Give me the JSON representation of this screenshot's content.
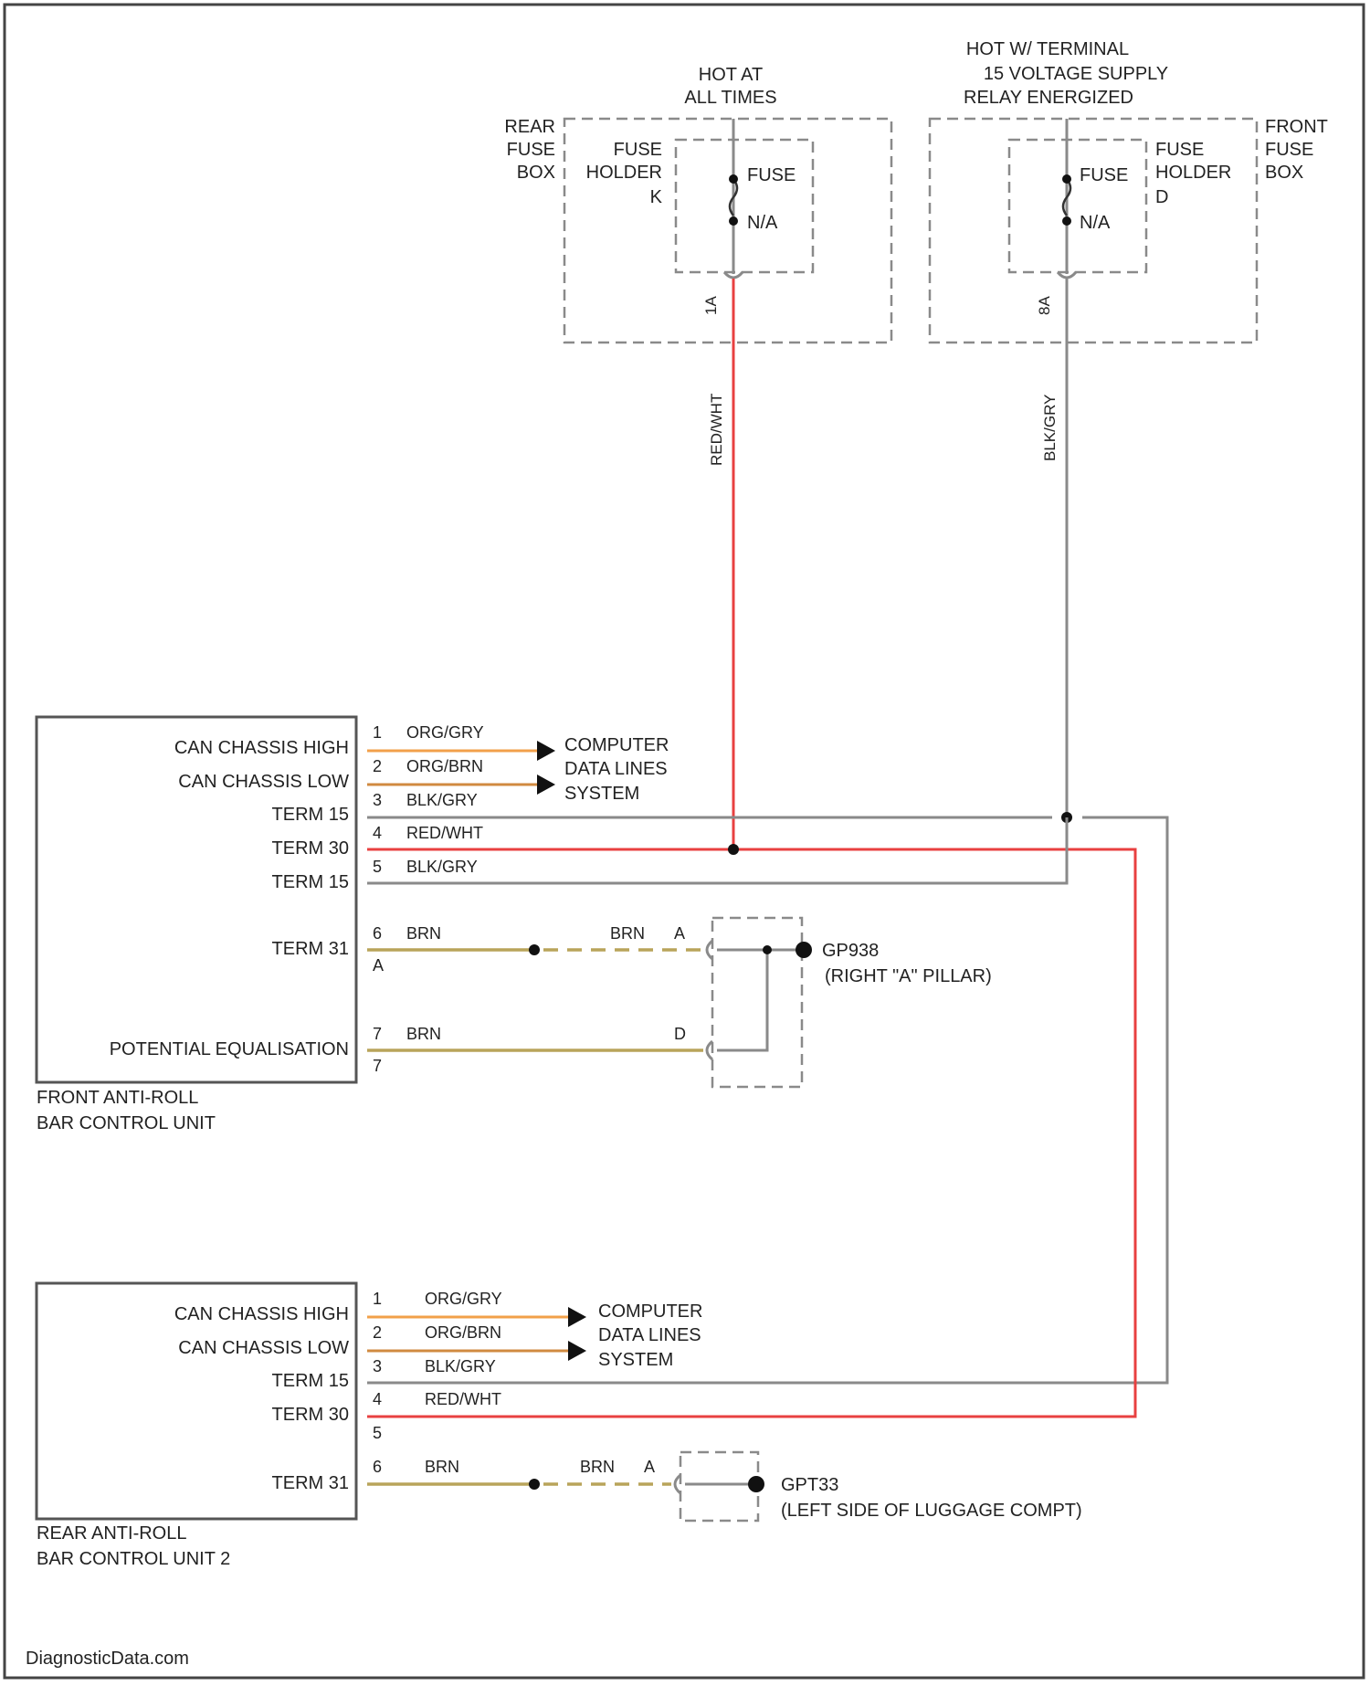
{
  "fuse_boxes": {
    "rear": {
      "supply_label": [
        "HOT AT",
        "ALL TIMES"
      ],
      "box_label": [
        "REAR",
        "FUSE",
        "BOX"
      ],
      "holder_label": [
        "FUSE",
        "HOLDER",
        "K"
      ],
      "fuse_label": [
        "FUSE",
        "N/A"
      ],
      "terminal": "1A",
      "wire_color": "RED/WHT"
    },
    "front": {
      "supply_label": [
        "HOT W/ TERMINAL",
        "15 VOLTAGE SUPPLY",
        "RELAY ENERGIZED"
      ],
      "box_label": [
        "FRONT",
        "FUSE",
        "BOX"
      ],
      "holder_label": [
        "FUSE",
        "HOLDER",
        "D"
      ],
      "fuse_label": [
        "FUSE",
        "N/A"
      ],
      "terminal": "8A",
      "wire_color": "BLK/GRY"
    }
  },
  "front_unit": {
    "name": [
      "FRONT ANTI-ROLL",
      "BAR CONTROL UNIT"
    ],
    "pins": [
      {
        "label": "CAN CHASSIS HIGH",
        "num": "1",
        "wire": "ORG/GRY"
      },
      {
        "label": "CAN CHASSIS LOW",
        "num": "2",
        "wire": "ORG/BRN"
      },
      {
        "label": "TERM 15",
        "num": "3",
        "wire": "BLK/GRY"
      },
      {
        "label": "TERM 30",
        "num": "4",
        "wire": "RED/WHT"
      },
      {
        "label": "TERM 15",
        "num": "5",
        "wire": "BLK/GRY"
      },
      {
        "label": "TERM 31",
        "num": "6",
        "wire": "BRN"
      },
      {
        "label": "POTENTIAL EQUALISATION",
        "num": "7",
        "wire": "BRN"
      }
    ],
    "extra_pins": [
      "A",
      "7"
    ],
    "data_lines": [
      "COMPUTER",
      "DATA LINES",
      "SYSTEM"
    ],
    "ground_wire": "BRN",
    "ground_pins": [
      "A",
      "D"
    ],
    "ground_name": "GP938",
    "ground_location": "(RIGHT \"A\" PILLAR)"
  },
  "rear_unit": {
    "name": [
      "REAR ANTI-ROLL",
      "BAR CONTROL UNIT 2"
    ],
    "pins": [
      {
        "label": "CAN CHASSIS HIGH",
        "num": "1",
        "wire": "ORG/GRY"
      },
      {
        "label": "CAN CHASSIS LOW",
        "num": "2",
        "wire": "ORG/BRN"
      },
      {
        "label": "TERM 15",
        "num": "3",
        "wire": "BLK/GRY"
      },
      {
        "label": "TERM 30",
        "num": "4",
        "wire": "RED/WHT"
      },
      {
        "label": "",
        "num": "5",
        "wire": ""
      },
      {
        "label": "TERM 31",
        "num": "6",
        "wire": "BRN"
      }
    ],
    "data_lines": [
      "COMPUTER",
      "DATA LINES",
      "SYSTEM"
    ],
    "ground_wire": "BRN",
    "ground_pin": "A",
    "ground_name": "GPT33",
    "ground_location": "(LEFT SIDE OF LUGGAGE COMPT)"
  },
  "watermark": "DiagnosticData.com",
  "colors": {
    "red_wht": "#e84040",
    "blk_gry": "#8a8a8a",
    "org": "#f2a04a",
    "brn": "#b9a45a"
  }
}
